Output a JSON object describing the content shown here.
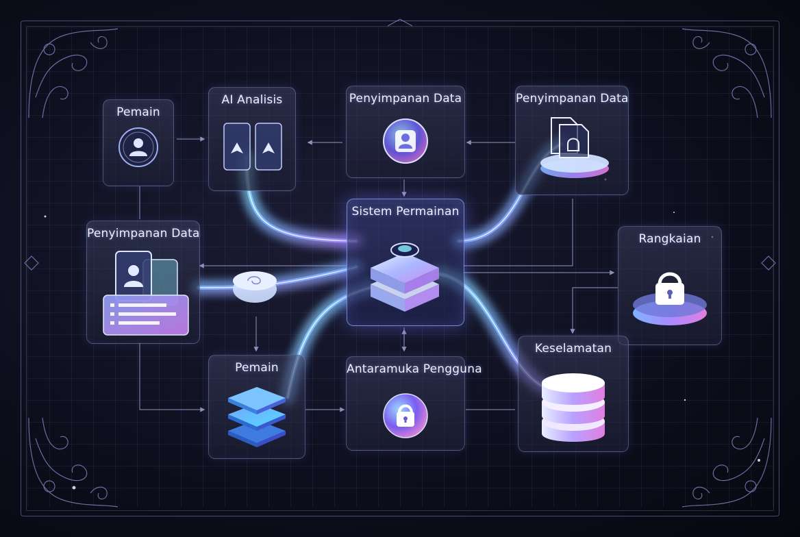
{
  "nodes": {
    "pemain_top": "Pemain",
    "ai_analisis": "AI Analisis",
    "penyimpanan_1": "Penyimpanan Data",
    "penyimpanan_2": "Penyimpanan Data",
    "penyimpanan_3": "Penyimpanan Data",
    "sistem": "Sistem Permainan",
    "rangkaian": "Rangkaian",
    "keselamatan": "Keselamatan",
    "pemain_bottom": "Pemain",
    "antaramuka": "Antaramuka Pengguna"
  },
  "icons": {
    "pemain_top": "user-avatar-icon",
    "ai_analisis": "ai-cards-icon",
    "penyimpanan_1": "user-circle-icon",
    "penyimpanan_2": "document-disc-icon",
    "penyimpanan_3": "profile-cards-icon",
    "sistem": "stacked-cube-icon",
    "rangkaian": "lock-disc-icon",
    "keselamatan": "database-cylinder-icon",
    "pemain_bottom": "stacked-layers-icon",
    "antaramuka": "lock-circle-icon"
  },
  "colors": {
    "accent_blue": "#7fb4ff",
    "accent_purple": "#a98bff",
    "accent_cyan": "#8ff0ff",
    "line": "#9aa3d6"
  }
}
